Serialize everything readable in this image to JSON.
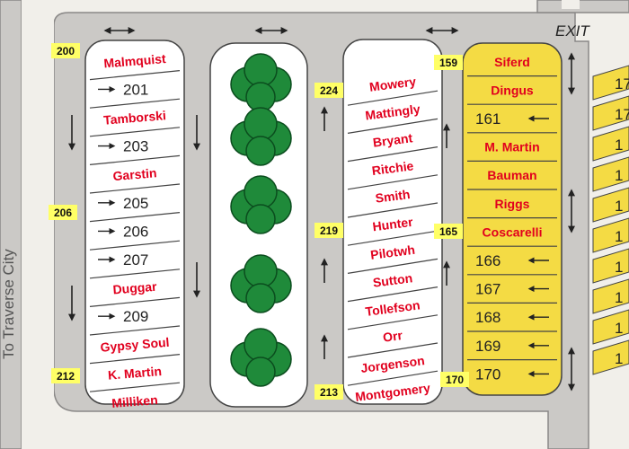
{
  "colors": {
    "road": "#cbc9c6",
    "road_edge": "#8a8887",
    "ground": "#f1efea",
    "lot_white": "#ffffff",
    "lot_yellow": "#f4db44",
    "tree": "#1f8a3a",
    "name_red": "#e1001e",
    "lot_number_bg": "#ffff66"
  },
  "labels": {
    "exit": "EXIT",
    "to_traverse_city": "To Traverse City"
  },
  "lot_numbers": [
    "200",
    "206",
    "212",
    "224",
    "219",
    "213",
    "159",
    "165",
    "170"
  ],
  "columns": {
    "left": {
      "sites": [
        {
          "type": "name",
          "text": "Malmquist"
        },
        {
          "type": "number",
          "text": "201",
          "arrow": "right"
        },
        {
          "type": "name",
          "text": "Tamborski"
        },
        {
          "type": "number",
          "text": "203",
          "arrow": "right"
        },
        {
          "type": "name",
          "text": "Garstin"
        },
        {
          "type": "number",
          "text": "205",
          "arrow": "right"
        },
        {
          "type": "number",
          "text": "206",
          "arrow": "right"
        },
        {
          "type": "number",
          "text": "207",
          "arrow": "right"
        },
        {
          "type": "name",
          "text": "Duggar"
        },
        {
          "type": "number",
          "text": "209",
          "arrow": "right"
        },
        {
          "type": "name",
          "text": "Gypsy Soul"
        },
        {
          "type": "name",
          "text": "K. Martin"
        },
        {
          "type": "name",
          "text": "Milliken"
        }
      ]
    },
    "middle": {
      "sites": [
        {
          "type": "name",
          "text": "Mowery"
        },
        {
          "type": "name",
          "text": "Mattingly"
        },
        {
          "type": "name",
          "text": "Bryant"
        },
        {
          "type": "name",
          "text": "Ritchie"
        },
        {
          "type": "name",
          "text": "Smith"
        },
        {
          "type": "name",
          "text": "Hunter"
        },
        {
          "type": "name",
          "text": "Pilotwh"
        },
        {
          "type": "name",
          "text": "Sutton"
        },
        {
          "type": "name",
          "text": "Tollefson"
        },
        {
          "type": "name",
          "text": "Orr"
        },
        {
          "type": "name",
          "text": "Jorgenson"
        },
        {
          "type": "name",
          "text": "Montgomery"
        }
      ]
    },
    "right": {
      "sites": [
        {
          "type": "name",
          "text": "Siferd"
        },
        {
          "type": "name",
          "text": "Dingus"
        },
        {
          "type": "number",
          "text": "161",
          "arrow": "left"
        },
        {
          "type": "name",
          "text": "M. Martin"
        },
        {
          "type": "name",
          "text": "Bauman"
        },
        {
          "type": "name",
          "text": "Riggs"
        },
        {
          "type": "name",
          "text": "Coscarelli"
        },
        {
          "type": "number",
          "text": "166",
          "arrow": "left"
        },
        {
          "type": "number",
          "text": "167",
          "arrow": "left"
        },
        {
          "type": "number",
          "text": "168",
          "arrow": "left"
        },
        {
          "type": "number",
          "text": "169",
          "arrow": "left"
        },
        {
          "type": "number",
          "text": "170",
          "arrow": "left"
        }
      ]
    },
    "far_right_partial": {
      "sites": [
        "17",
        "17",
        "1",
        "1",
        "1",
        "1",
        "1",
        "1",
        "1",
        "1"
      ]
    }
  }
}
